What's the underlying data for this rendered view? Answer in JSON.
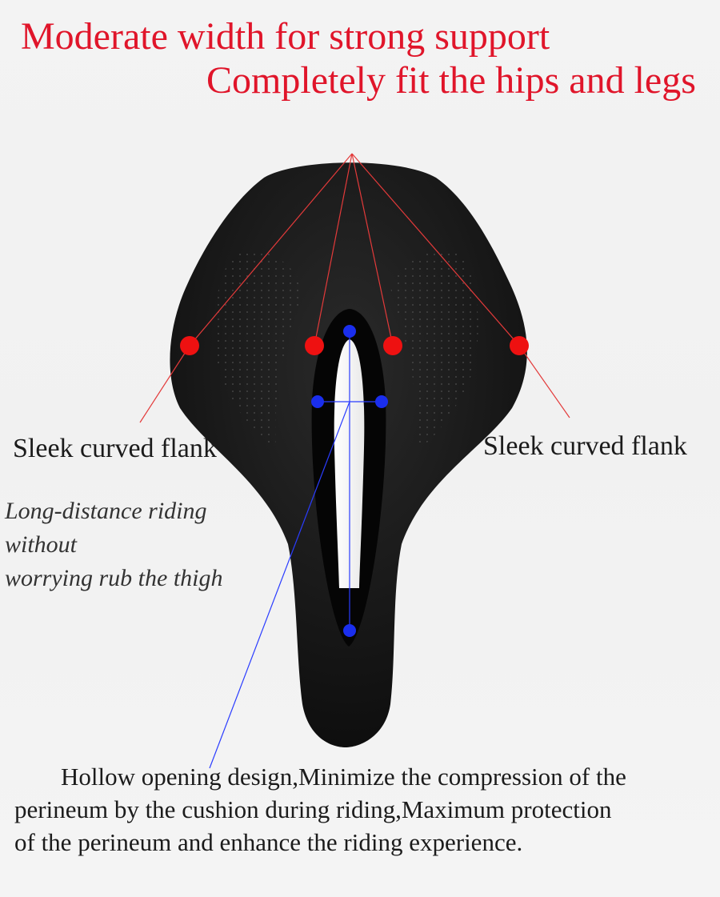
{
  "headline": {
    "line1": "Moderate width for strong support",
    "line2": "Completely fit the hips and legs"
  },
  "labels": {
    "left_flank": "Sleek curved flank",
    "right_flank": "Sleek curved flank",
    "note_line1": "Long-distance riding without",
    "note_line2": "worrying rub the thigh",
    "bottom_line1": "Hollow opening design,Minimize the compression of the",
    "bottom_line2": "perineum by the cushion during riding,Maximum protection",
    "bottom_line3": "of the perineum and enhance the riding experience."
  },
  "colors": {
    "headline": "#e0152a",
    "marker_red": "#ee1111",
    "marker_blue": "#1a2eee",
    "text_dark": "#1b1b1b",
    "text_note": "#333333",
    "saddle": "#151515"
  }
}
